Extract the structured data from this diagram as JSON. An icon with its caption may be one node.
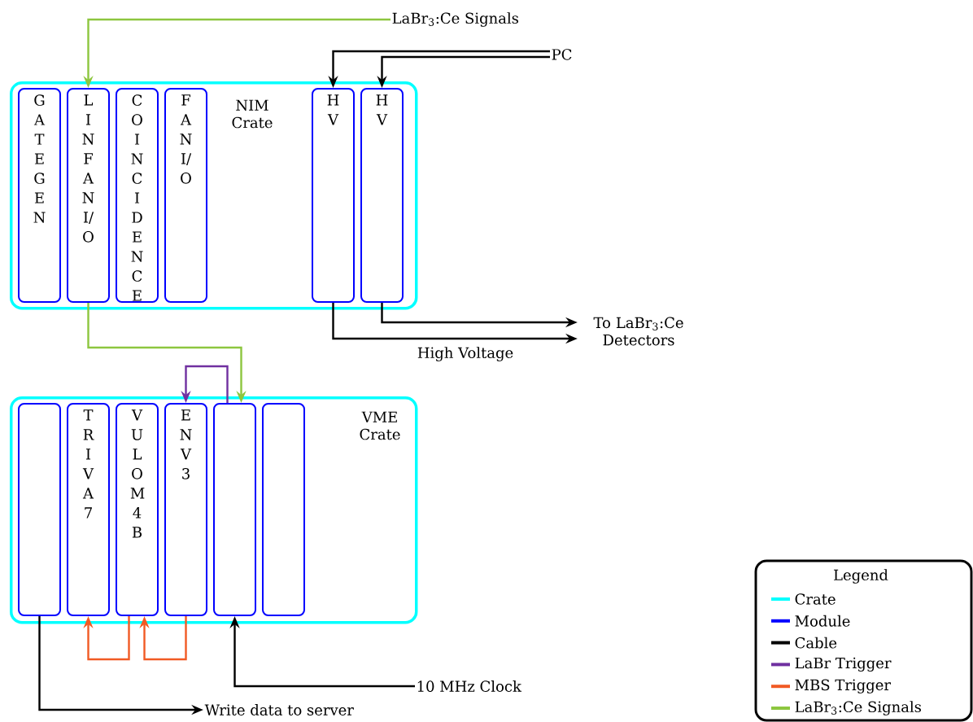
{
  "diagram": {
    "nodes": [
      {
        "text": [
          "NIM Crate"
        ]
      },
      {
        "text": [
          "GATE GEN"
        ],
        "in": 0
      },
      {
        "text": [
          "LIN FAN I/O"
        ],
        "in": 0
      },
      {
        "text": [
          "COINCIDENCE"
        ],
        "in": 0
      },
      {
        "text": [
          "FAN I/O"
        ],
        "in": 0
      },
      {
        "text": [
          "HV"
        ],
        "in": 0
      },
      {
        "text": [
          "HV"
        ],
        "in": 0
      },
      {
        "text": [
          "VME Crate"
        ]
      },
      {
        "text": [],
        "shape": "box",
        "in": 7
      },
      {
        "text": [
          "TRIVA7"
        ],
        "in": 7
      },
      {
        "text": [
          "VULOM4B"
        ],
        "in": 7
      },
      {
        "text": [
          "ENV3"
        ],
        "in": 7
      },
      {
        "text": [],
        "shape": "box",
        "in": 7
      },
      {
        "text": [],
        "shape": "box",
        "in": 7
      },
      {
        "text": [
          "LaBr$_{3}$:Ce Signals"
        ]
      },
      {
        "text": [
          "PC"
        ]
      },
      {
        "text": [
          "To LaBr$_{3}$:Ce Detectors"
        ]
      },
      {
        "text": [
          "10 MHz Clock"
        ]
      },
      {
        "text": [
          "Write data to server"
        ]
      }
    ],
    "edges": [
      {
        "from": 14,
        "to": 2,
        "arrow": "to",
        "color": "#8dc63f"
      },
      {
        "from": 15,
        "to": 5,
        "arrow": "to"
      },
      {
        "from": 15,
        "to": 6,
        "arrow": "to"
      },
      {
        "from": 5,
        "to": 16,
        "arrow": "to",
        "label": "High Voltage"
      },
      {
        "from": 6,
        "to": 16,
        "arrow": "to"
      },
      {
        "from": 2,
        "to": 12,
        "arrow": "to",
        "color": "#8dc63f"
      },
      {
        "from": 12,
        "to": 11,
        "arrow": "to",
        "color": "#7030a0"
      },
      {
        "from": 10,
        "to": 9,
        "arrow": "to",
        "color": "#f15a24"
      },
      {
        "from": 11,
        "to": 10,
        "arrow": "to",
        "color": "#f15a24"
      },
      {
        "from": 17,
        "to": 12,
        "arrow": "to"
      },
      {
        "from": 8,
        "to": 18,
        "arrow": "to"
      }
    ],
    "labels": [
      "Legend"
    ],
    "legend": [
      {
        "text": "Crate",
        "color": "#00ffff"
      },
      {
        "text": "Module",
        "color": "#0000ff"
      },
      {
        "text": "Cable",
        "color": "#000000"
      },
      {
        "text": "LaBr Trigger",
        "color": "#7030a0"
      },
      {
        "text": "MBS Trigger",
        "color": "#f15a24"
      },
      {
        "text": "LaBr$_{3}$:Ce Signals",
        "color": "#8dc63f"
      }
    ]
  }
}
